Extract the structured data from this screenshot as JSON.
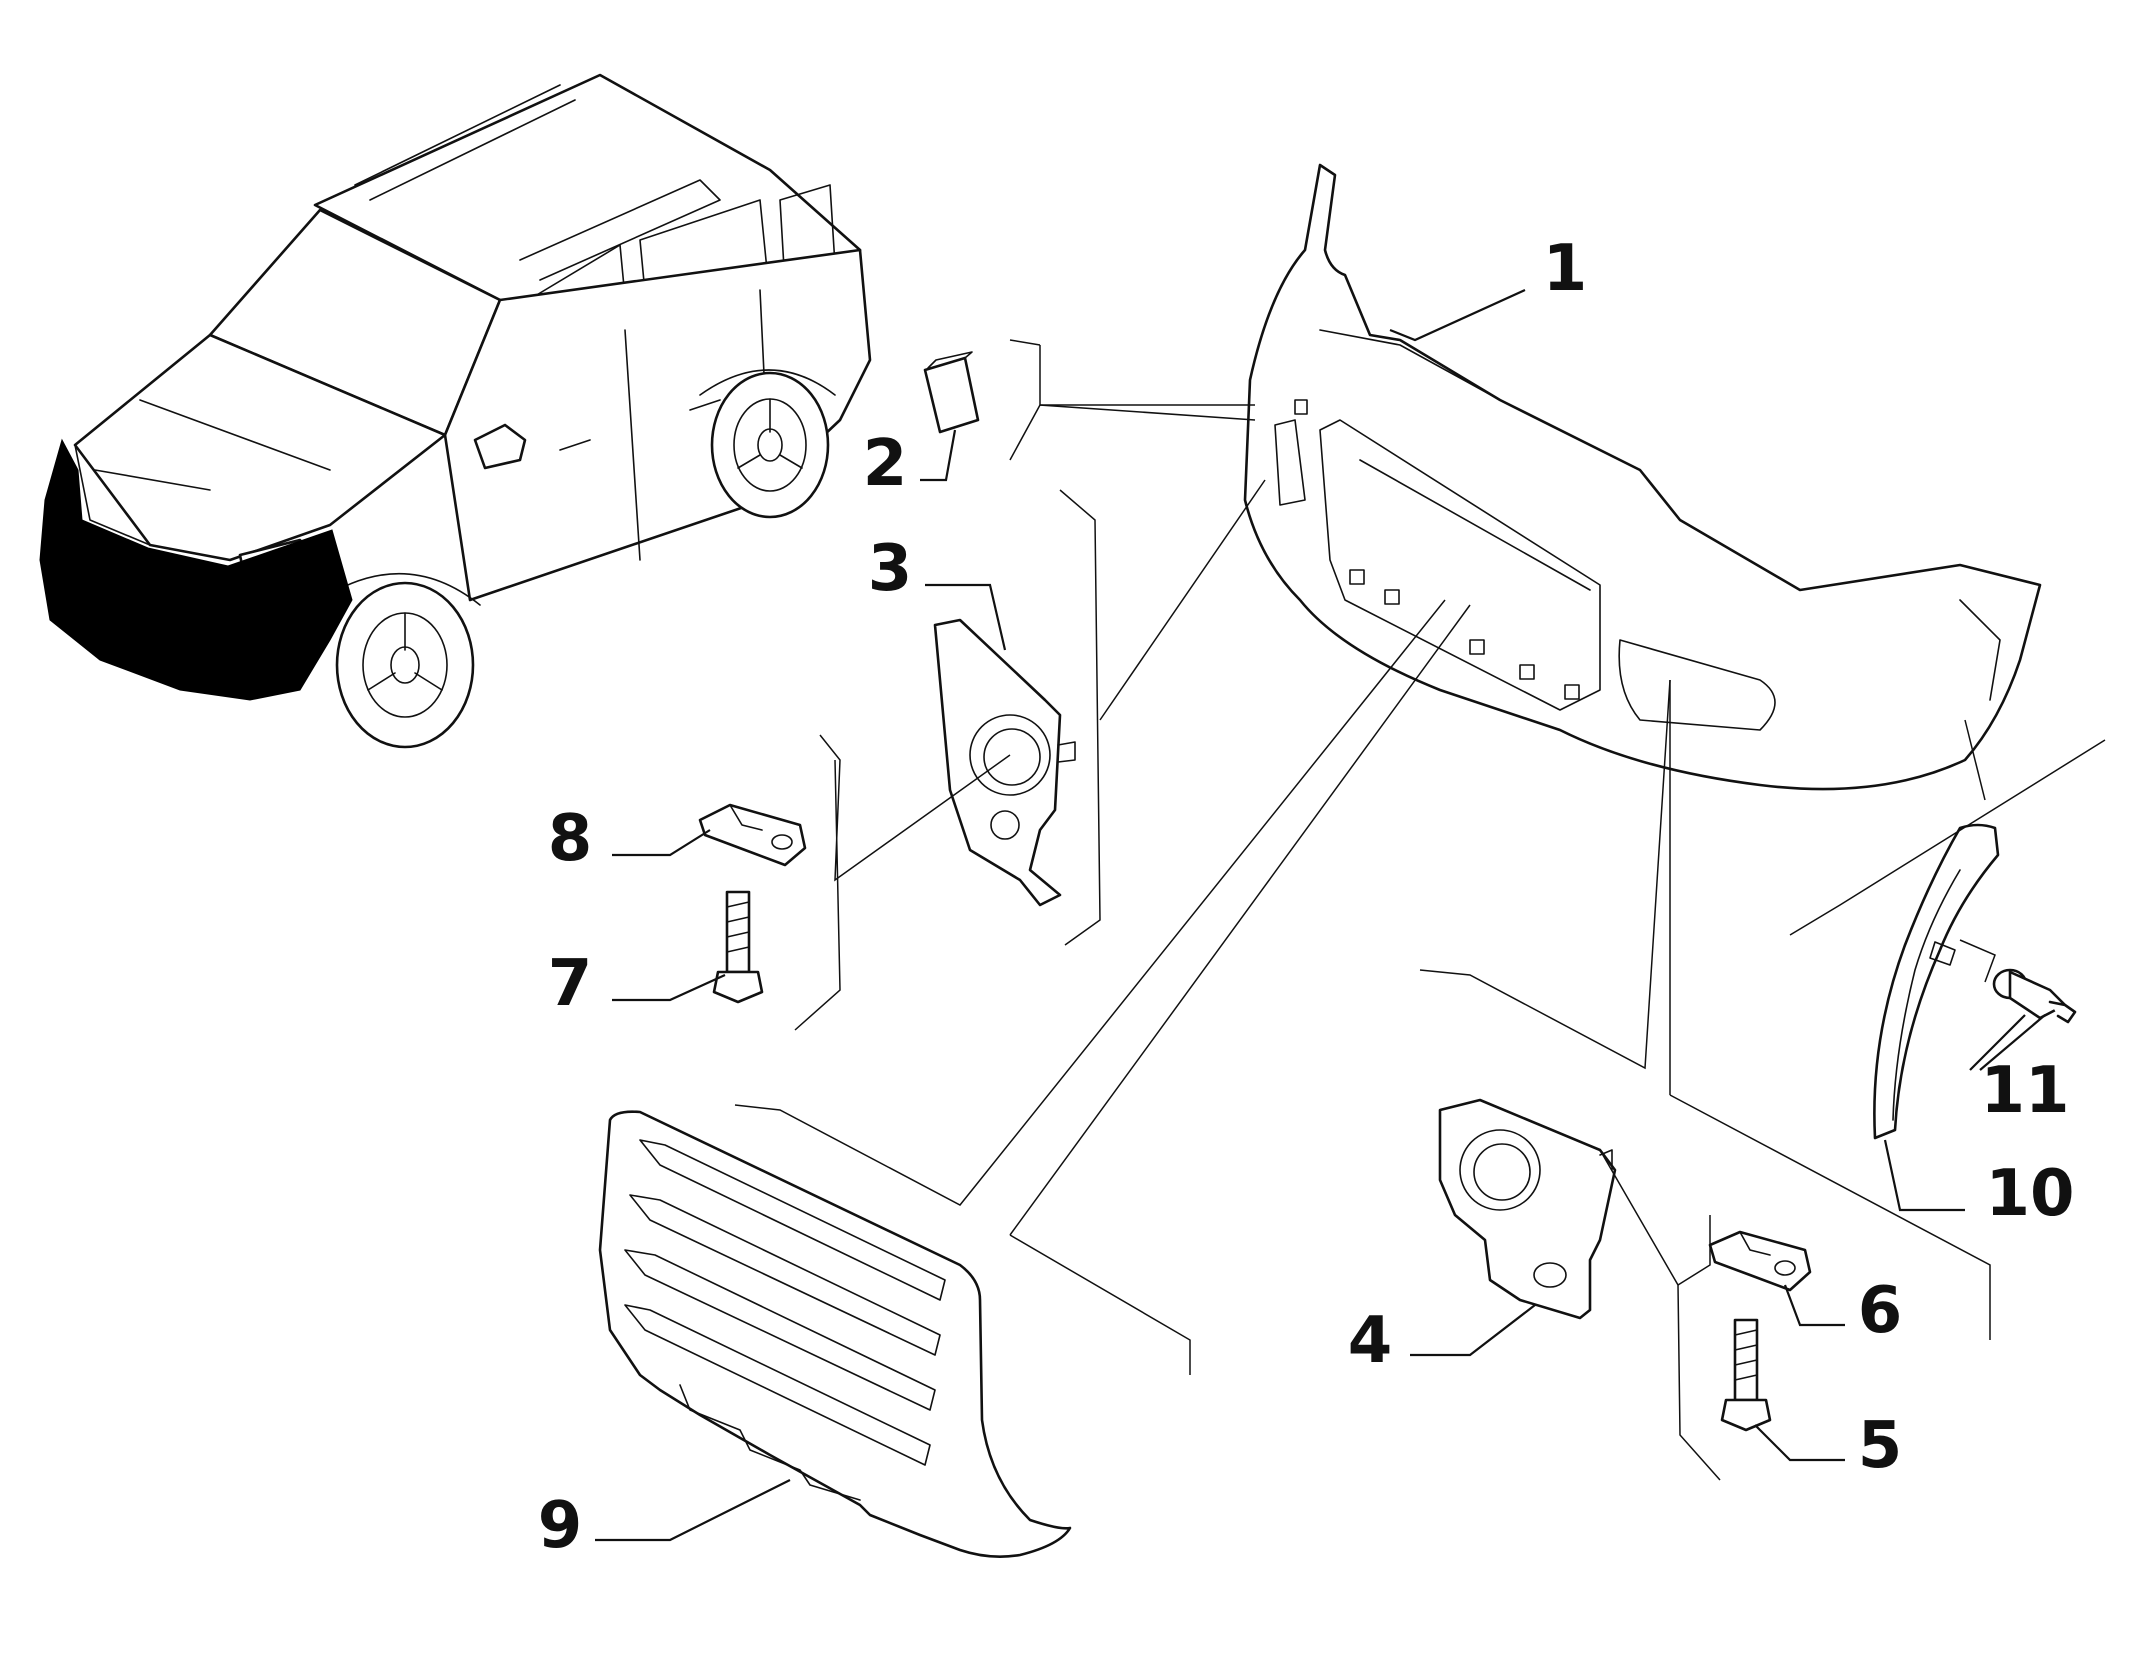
{
  "callouts": [
    "1",
    "2",
    "3",
    "4",
    "5",
    "6",
    "7",
    "8",
    "9",
    "10",
    "11"
  ],
  "colors": {
    "ink": "#111111",
    "highlight": "#000000",
    "background": "#ffffff"
  }
}
